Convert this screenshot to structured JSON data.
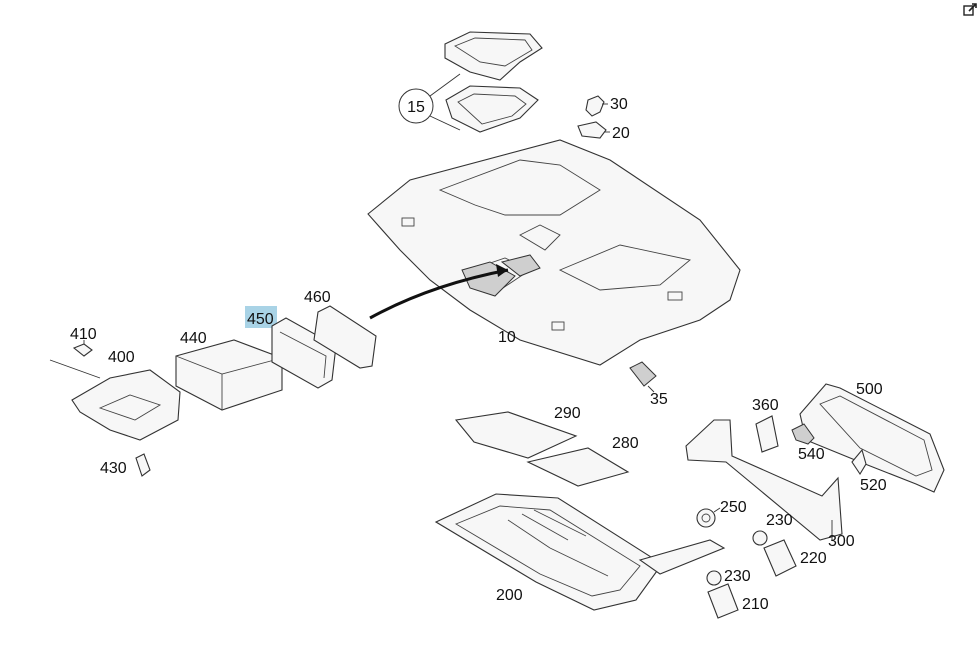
{
  "diagram": {
    "callouts": {
      "c15": "15",
      "c30": "30",
      "c20": "20",
      "c10": "10",
      "c35": "35",
      "c410": "410",
      "c400": "400",
      "c430": "430",
      "c440": "440",
      "c450": "450",
      "c460": "460",
      "c290": "290",
      "c280": "280",
      "c200": "200",
      "c360": "360",
      "c500": "500",
      "c540": "540",
      "c520": "520",
      "c300": "300",
      "c250": "250",
      "c230a": "230",
      "c220": "220",
      "c230b": "230",
      "c210": "210"
    },
    "highlighted_callout": "450",
    "highlight_color": "#a9d3e6"
  },
  "toolbar": {
    "edit_icon": "external-edit-icon"
  }
}
